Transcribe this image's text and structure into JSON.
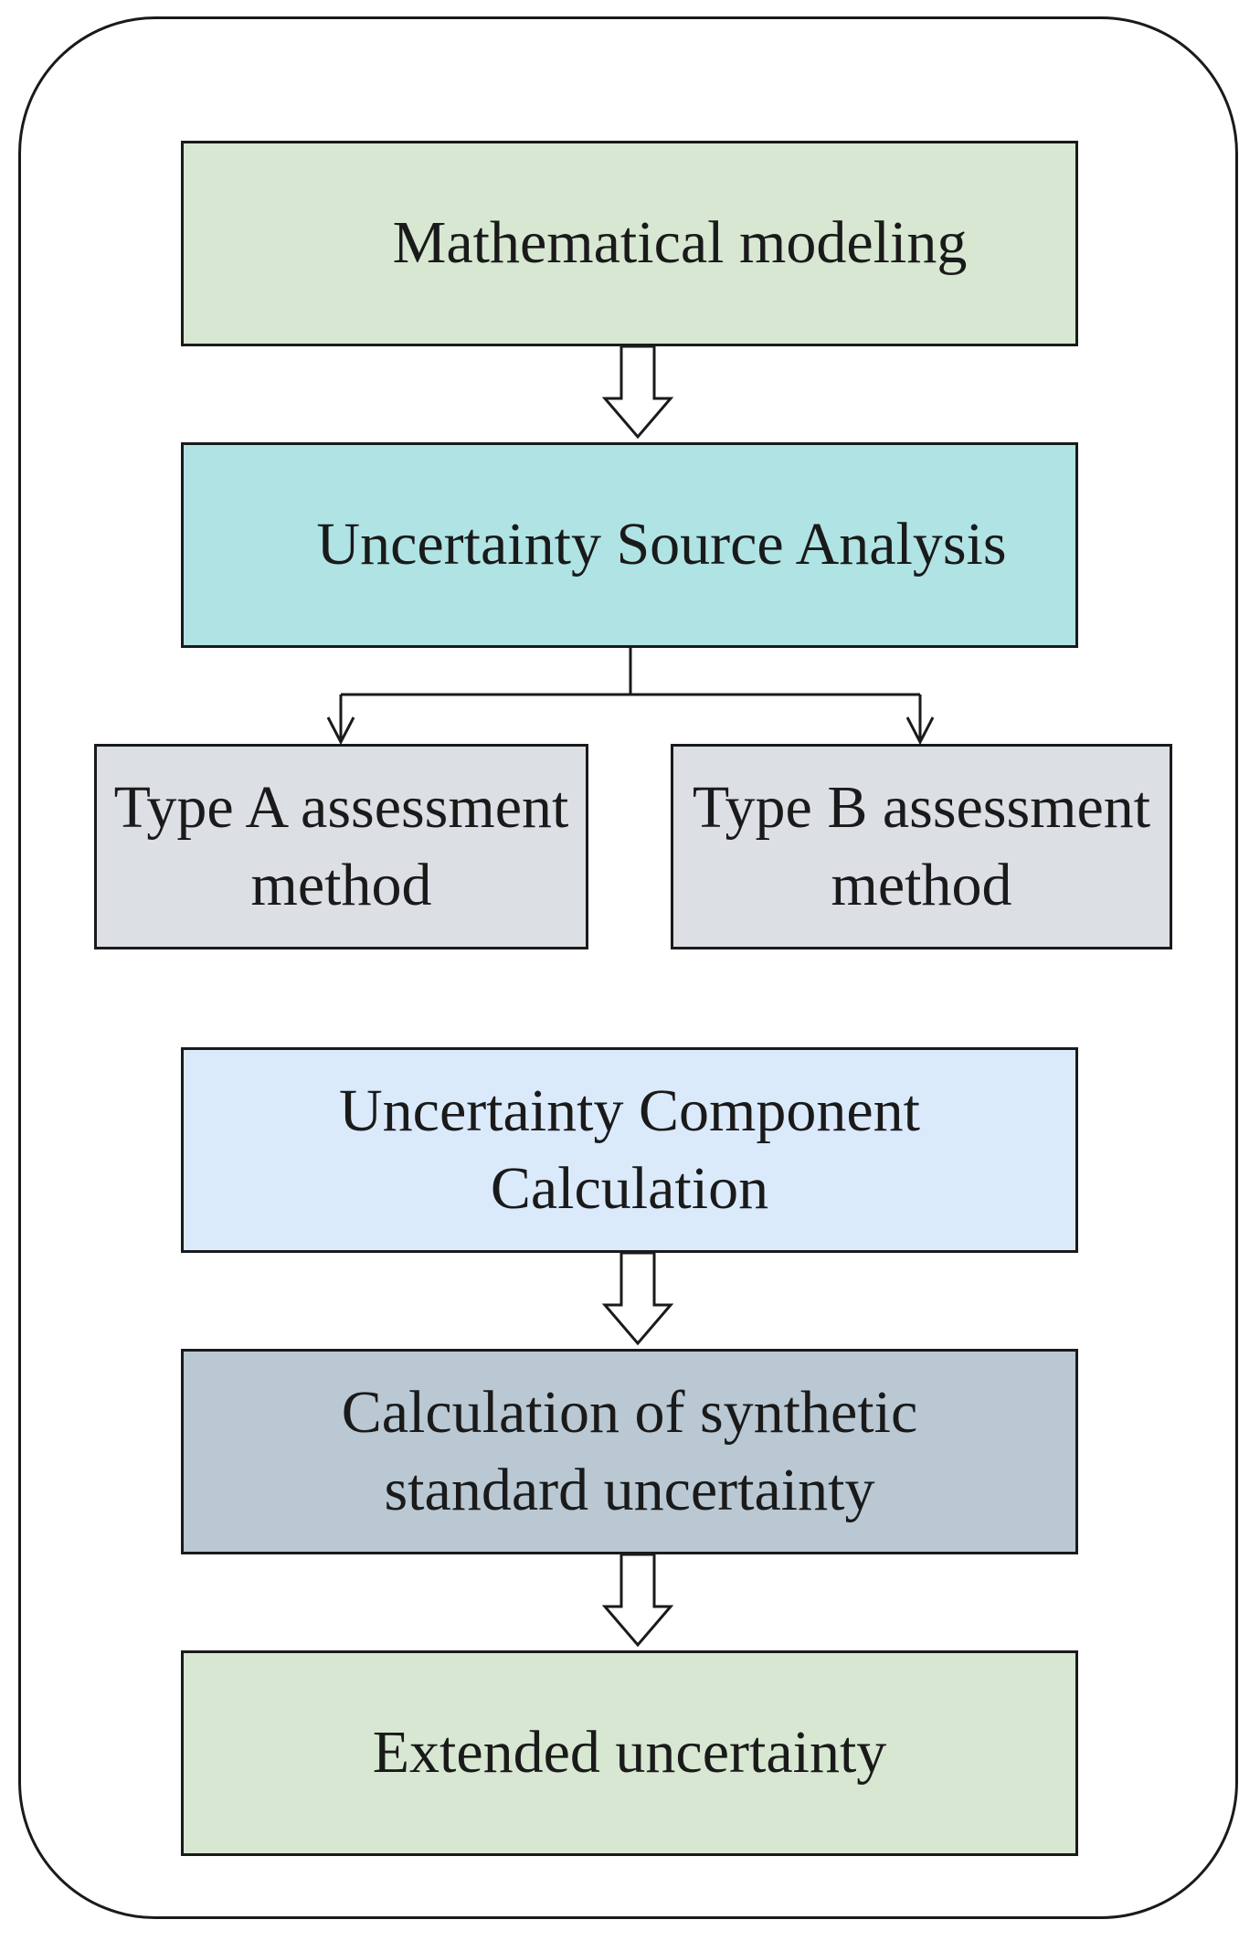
{
  "diagram": {
    "steps": {
      "mathematical_modeling": "Mathematical modeling",
      "uncertainty_source_analysis": "Uncertainty Source Analysis",
      "type_a": "Type A assessment\nmethod",
      "type_b": "Type B assessment\nmethod",
      "component_calculation": "Uncertainty Component\nCalculation",
      "synthetic_standard": "Calculation of synthetic\nstandard uncertainty",
      "extended_uncertainty": "Extended uncertainty"
    },
    "colors": {
      "mathematical_modeling": "#d7e7d2",
      "uncertainty_source_analysis": "#b0e3e4",
      "type_a": "#dcdfe4",
      "type_b": "#dcdfe4",
      "component_calculation": "#dbeafb",
      "synthetic_standard": "#b9c8d3",
      "extended_uncertainty": "#d7e7d2",
      "border": "#1a1a1a"
    }
  }
}
